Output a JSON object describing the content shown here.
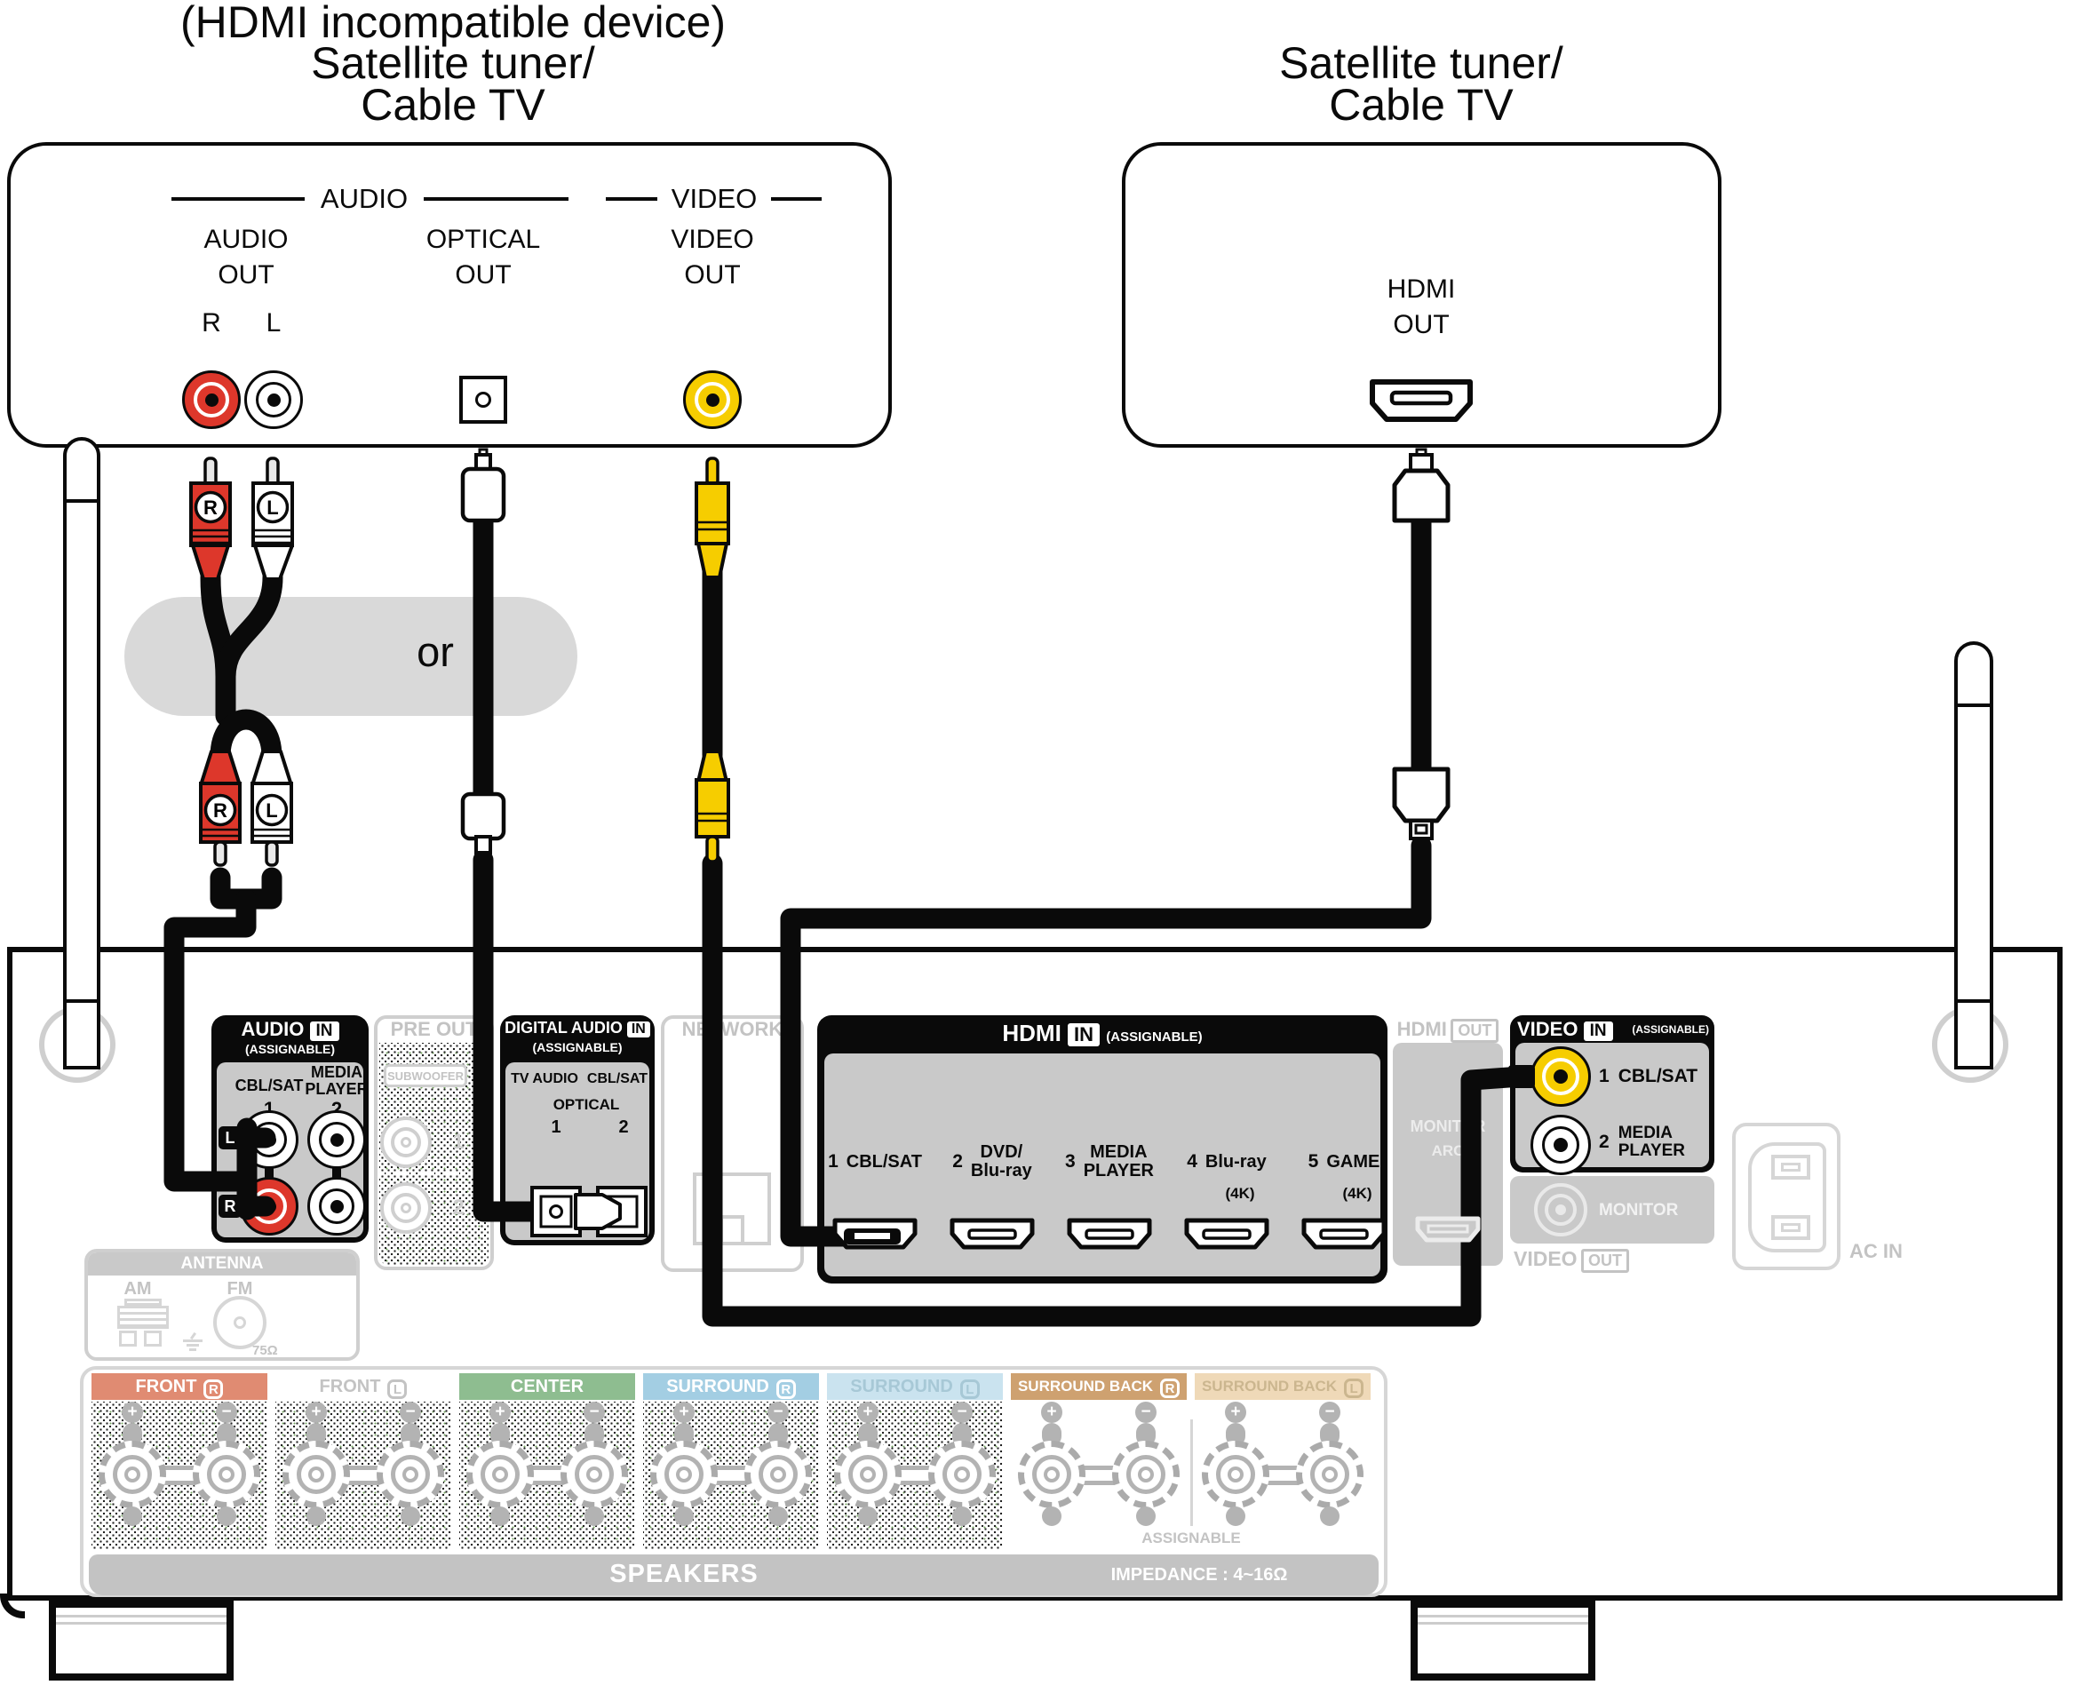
{
  "device_left": {
    "note": "(HDMI incompatible device)",
    "name_line1": "Satellite tuner/",
    "name_line2": "Cable TV",
    "audio_group": "AUDIO",
    "video_group": "VIDEO",
    "audio_out": [
      "AUDIO",
      "OUT"
    ],
    "optical_out": [
      "OPTICAL",
      "OUT"
    ],
    "video_out": [
      "VIDEO",
      "OUT"
    ],
    "jack_r": "R",
    "jack_l": "L"
  },
  "device_right": {
    "name_line1": "Satellite tuner/",
    "name_line2": "Cable TV",
    "hdmi": "HDMI",
    "out": "OUT"
  },
  "or_label": "or",
  "plugs": {
    "r": "R",
    "l": "L"
  },
  "receiver": {
    "audio_in": {
      "title": "AUDIO",
      "badge": "IN",
      "assignable": "(ASSIGNABLE)",
      "cbl_sat": "CBL/SAT",
      "media": "MEDIA",
      "player": "PLAYER",
      "n1": "1",
      "n2": "2",
      "l": "L",
      "r": "R"
    },
    "pre_out": {
      "title": "PRE OUT",
      "subwoofer": "SUBWOOFER",
      "n1": "1",
      "n2": "2"
    },
    "digital_audio": {
      "title": "DIGITAL AUDIO",
      "badge": "IN",
      "assignable": "(ASSIGNABLE)",
      "tv_audio": "TV AUDIO",
      "cbl_sat": "CBL/SAT",
      "optical": "OPTICAL",
      "n1": "1",
      "n2": "2"
    },
    "network": {
      "title": "NETWORK"
    },
    "hdmi_in": {
      "title": "HDMI",
      "badge": "IN",
      "assignable": "(ASSIGNABLE)",
      "ports": [
        {
          "num": "1",
          "l1": "CBL/SAT",
          "l2": "",
          "sub": ""
        },
        {
          "num": "2",
          "l1": "DVD/",
          "l2": "Blu-ray",
          "sub": ""
        },
        {
          "num": "3",
          "l1": "MEDIA",
          "l2": "PLAYER",
          "sub": ""
        },
        {
          "num": "4",
          "l1": "Blu-ray",
          "l2": "",
          "sub": "(4K)"
        },
        {
          "num": "5",
          "l1": "GAME",
          "l2": "",
          "sub": "(4K)"
        }
      ]
    },
    "hdmi_out": {
      "title": "HDMI",
      "badge": "OUT",
      "monitor": "MONITOR",
      "arc": "ARC"
    },
    "video_in": {
      "title": "VIDEO",
      "badge": "IN",
      "assignable": "(ASSIGNABLE)",
      "n1": "1",
      "cbl_sat": "CBL/SAT",
      "n2": "2",
      "media": "MEDIA",
      "player": "PLAYER"
    },
    "video_out": {
      "monitor": "MONITOR",
      "video": "VIDEO",
      "badge": "OUT"
    },
    "ac_in": "AC IN",
    "antenna": {
      "title": "ANTENNA",
      "am": "AM",
      "fm": "FM",
      "ohm": "75Ω"
    },
    "speakers": {
      "front_r": "FRONT",
      "front_l": "FRONT",
      "center": "CENTER",
      "surround_r": "SURROUND",
      "surround_l": "SURROUND",
      "sb_r": "SURROUND BACK",
      "sb_l": "SURROUND BACK",
      "ch_r": "R",
      "ch_l": "L",
      "assignable": "ASSIGNABLE",
      "label": "SPEAKERS",
      "impedance": "IMPEDANCE : 4~16Ω",
      "plus": "+",
      "minus": "−"
    }
  },
  "colors": {
    "rca_red": "#dd372b",
    "video_yellow": "#f6cd00",
    "front_r": "#e08b72",
    "center": "#8ebd90",
    "surround_r": "#a3cee3",
    "surround_l": "#cae3ef",
    "surround_back_r": "#cea170",
    "surround_back_l": "#efd9b8",
    "panel_gray": "#c9c9c9",
    "inactive_gray": "#c3c3c3"
  }
}
